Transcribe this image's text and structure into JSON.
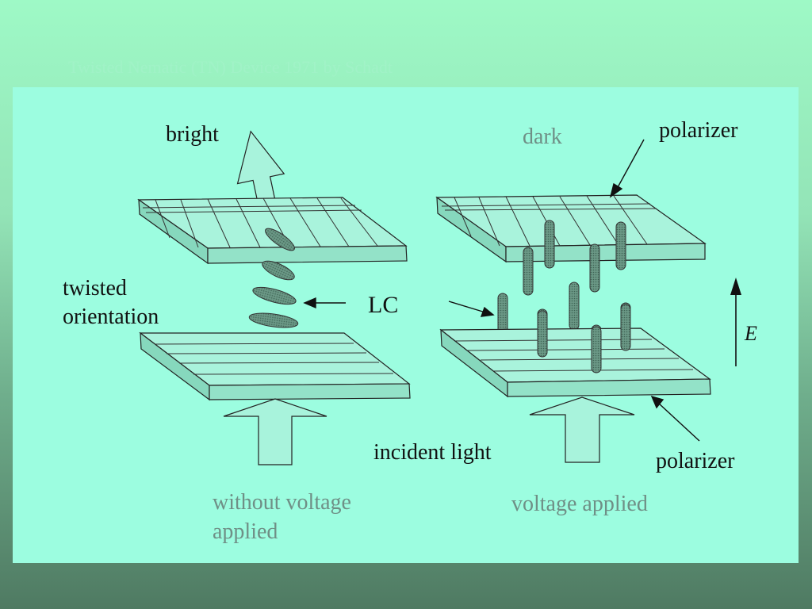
{
  "slide": {
    "title": "Twisted Nematic (TN) Device 1971 by Schadt"
  },
  "labels": {
    "bright": "bright",
    "dark": "dark",
    "polarizer_top": "polarizer",
    "polarizer_bottom": "polarizer",
    "twisted_line1": "twisted",
    "twisted_line2": "orientation",
    "lc": "LC",
    "incident_light": "incident light",
    "e_field": "E",
    "without_voltage_line1": "without voltage",
    "without_voltage_line2": "applied",
    "voltage_applied": "voltage applied"
  },
  "colors": {
    "panel": "#9cfde0",
    "plate_top": "#a9f3dc",
    "plate_edge": "#86d8bd",
    "molecule": "#5f8d7b",
    "arrow_fill": "#a8f3dc",
    "grey_text": "#6f8f86"
  }
}
